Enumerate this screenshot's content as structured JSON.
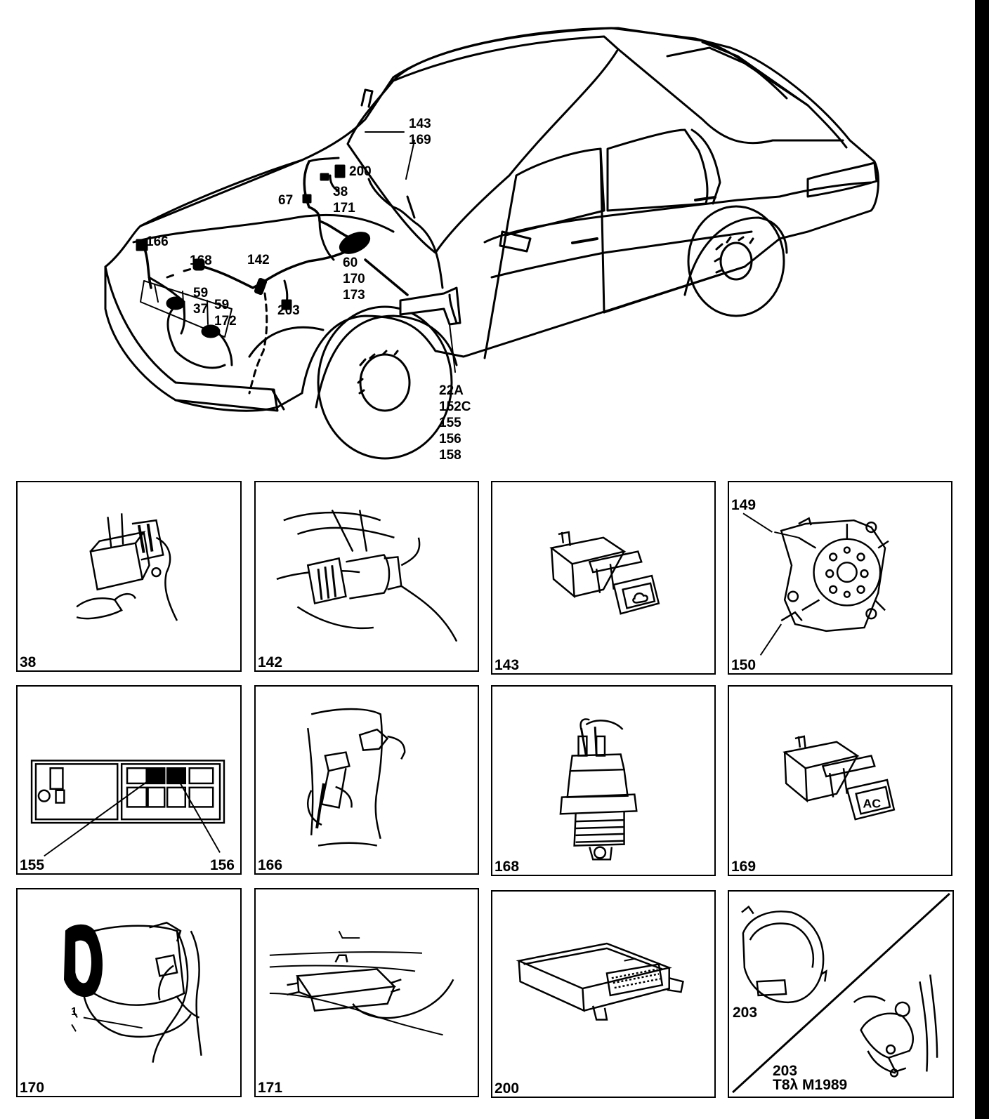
{
  "main_view": {
    "callouts": {
      "c143_169": "143\n169",
      "c200": "200",
      "c38_171": "38\n171",
      "c67": "67",
      "c166": "166",
      "c168": "168",
      "c142": "142",
      "c60_170_173": "60\n170\n173",
      "c59_37": "59\n37",
      "c59_172": "59\n172",
      "c203": "203",
      "c_rear": "22A\n152C\n155\n156\n158"
    }
  },
  "panels": [
    {
      "label": "38"
    },
    {
      "label": "142"
    },
    {
      "label": "143"
    },
    {
      "label": "150",
      "extra_label": "149"
    },
    {
      "label": "155",
      "extra_label": "156"
    },
    {
      "label": "166"
    },
    {
      "label": "168"
    },
    {
      "label": "169",
      "button_text": "AC"
    },
    {
      "label": "170",
      "extra_label": "1"
    },
    {
      "label": "171"
    },
    {
      "label": "200"
    },
    {
      "label": "203",
      "extra_label": "203\nT8λ M1989"
    }
  ]
}
